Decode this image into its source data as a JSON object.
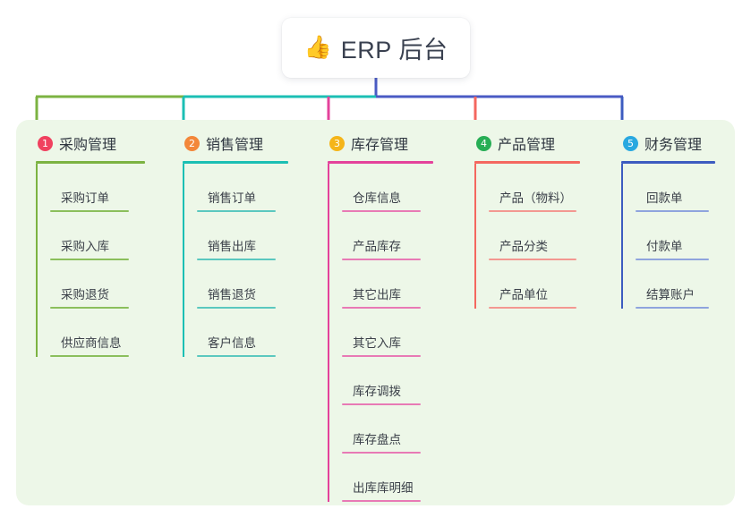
{
  "root": {
    "icon": "thumbs-up-icon",
    "icon_glyph": "👍",
    "label": "ERP 后台"
  },
  "theme": {
    "panel_bg": "#edf7e8",
    "page_bg": "#ffffff",
    "stem_color": "#4a5bc4",
    "text_color": "#3b4049"
  },
  "columns": [
    {
      "number": "1",
      "title": "采购管理",
      "badge_color": "#f0415f",
      "rule_color": "#7cb342",
      "branch_color": "#7cb342",
      "leaf_color": "#8bbf5c",
      "items": [
        {
          "label": "采购订单"
        },
        {
          "label": "采购入库"
        },
        {
          "label": "采购退货"
        },
        {
          "label": "供应商信息"
        }
      ]
    },
    {
      "number": "2",
      "title": "销售管理",
      "badge_color": "#f3873a",
      "rule_color": "#1bbfb4",
      "branch_color": "#1bbfb4",
      "leaf_color": "#5bc8bf",
      "items": [
        {
          "label": "销售订单"
        },
        {
          "label": "销售出库"
        },
        {
          "label": "销售退货"
        },
        {
          "label": "客户信息"
        }
      ]
    },
    {
      "number": "3",
      "title": "库存管理",
      "badge_color": "#f5b519",
      "rule_color": "#e4429b",
      "branch_color": "#e4429b",
      "leaf_color": "#e87ab5",
      "items": [
        {
          "label": "仓库信息"
        },
        {
          "label": "产品库存"
        },
        {
          "label": "其它出库"
        },
        {
          "label": "其它入库"
        },
        {
          "label": "库存调拨"
        },
        {
          "label": "库存盘点"
        },
        {
          "label": "出库库明细"
        }
      ]
    },
    {
      "number": "4",
      "title": "产品管理",
      "badge_color": "#27ae55",
      "rule_color": "#f4675f",
      "branch_color": "#f4675f",
      "leaf_color": "#f39891",
      "items": [
        {
          "label": "产品（物料）"
        },
        {
          "label": "产品分类"
        },
        {
          "label": "产品单位"
        }
      ]
    },
    {
      "number": "5",
      "title": "财务管理",
      "badge_color": "#29a8e0",
      "rule_color": "#3d5cc0",
      "branch_color": "#3d5cc0",
      "leaf_color": "#8fa4dd",
      "items": [
        {
          "label": "回款单"
        },
        {
          "label": "付款单"
        },
        {
          "label": "结算账户"
        }
      ]
    }
  ]
}
